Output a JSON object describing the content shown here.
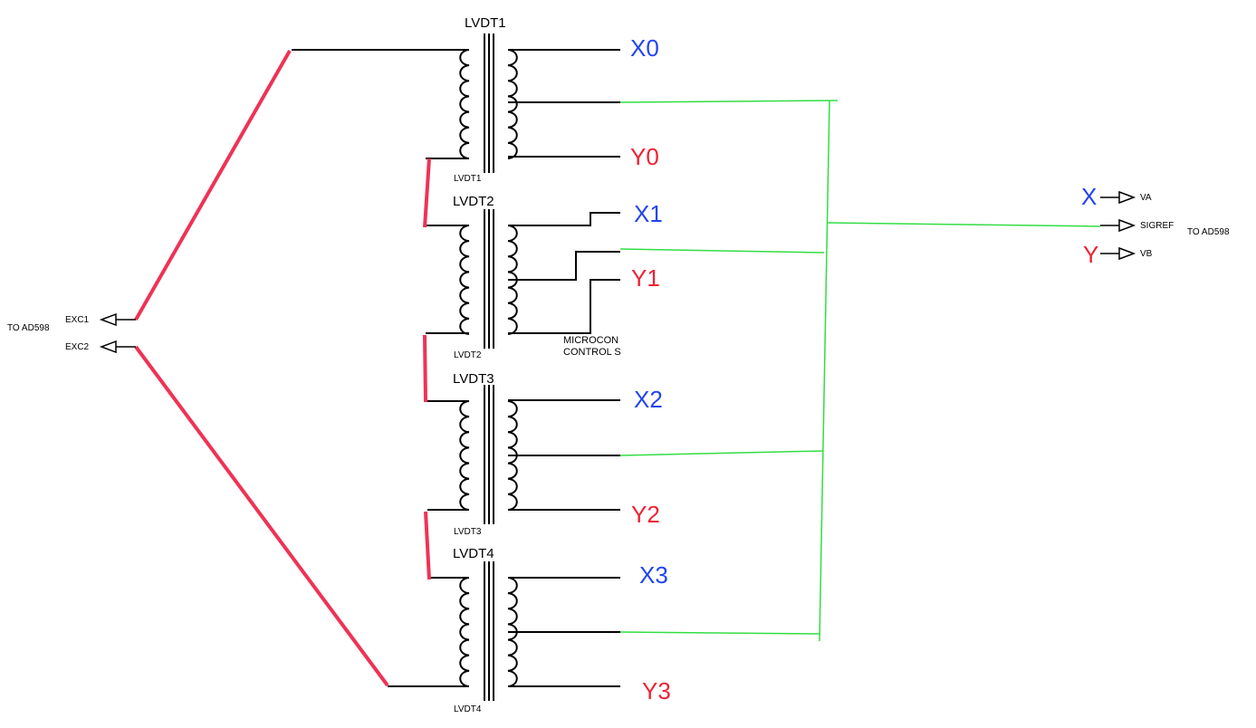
{
  "transformers": [
    {
      "name": "LVDT1",
      "ref": "LVDT1",
      "x_label": "X0",
      "y_label": "Y0"
    },
    {
      "name": "LVDT2",
      "ref": "LVDT2",
      "x_label": "X1",
      "y_label": "Y1"
    },
    {
      "name": "LVDT3",
      "ref": "LVDT3",
      "x_label": "X2",
      "y_label": "Y2"
    },
    {
      "name": "LVDT4",
      "ref": "LVDT4",
      "x_label": "X3",
      "y_label": "Y3"
    }
  ],
  "left_ports": {
    "exc1": "EXC1",
    "exc2": "EXC2",
    "to_label": "TO AD598"
  },
  "right_ports": {
    "x_signal": "X",
    "y_signal": "Y",
    "va": "VA",
    "sigref": "SIGREF",
    "vb": "VB",
    "to_label": "TO AD598"
  },
  "partial_text": {
    "line1": "MICROCON",
    "line2": "CONTROL S"
  },
  "colors": {
    "x_signal": "#2244ee",
    "y_signal": "#ee2233",
    "excitation_wire": "#ee3355",
    "reference_wire": "#33dd44",
    "wire": "#000000"
  }
}
